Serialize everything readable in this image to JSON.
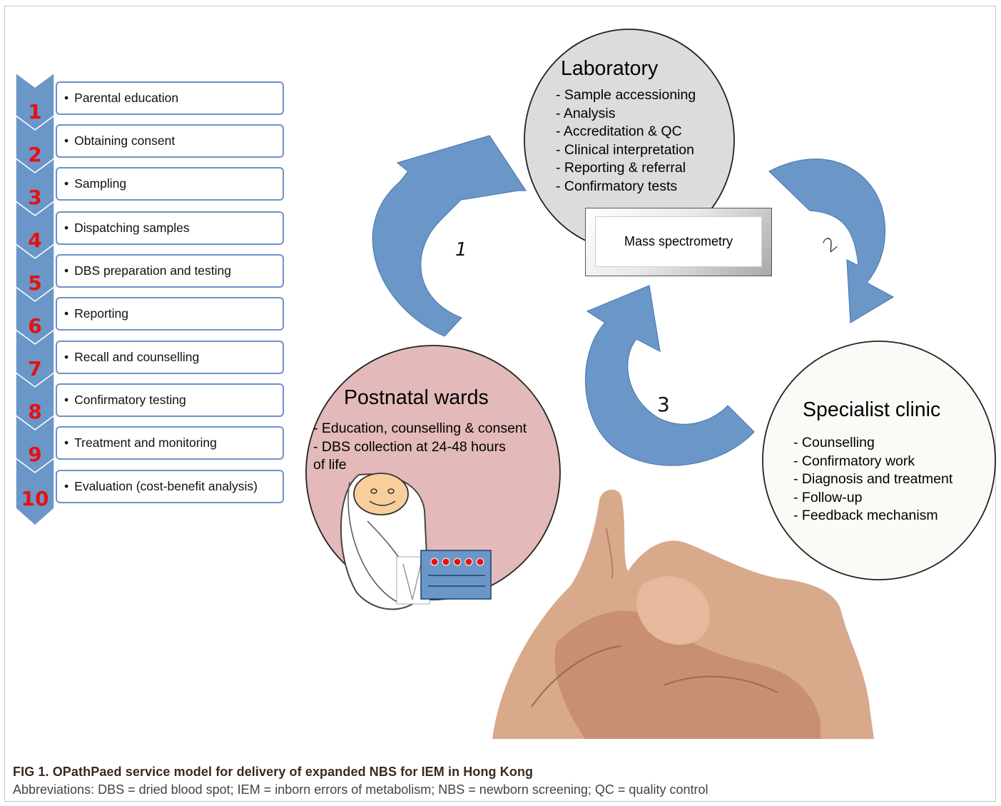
{
  "steps": [
    {
      "num": "1",
      "label": "Parental education"
    },
    {
      "num": "2",
      "label": "Obtaining consent"
    },
    {
      "num": "3",
      "label": "Sampling"
    },
    {
      "num": "4",
      "label": "Dispatching samples"
    },
    {
      "num": "5",
      "label": "DBS preparation and testing"
    },
    {
      "num": "6",
      "label": "Reporting"
    },
    {
      "num": "7",
      "label": "Recall and counselling"
    },
    {
      "num": "8",
      "label": "Confirmatory testing"
    },
    {
      "num": "9",
      "label": "Treatment and monitoring"
    },
    {
      "num": "10",
      "label": "Evaluation (cost-benefit analysis)"
    }
  ],
  "bullet": "•",
  "laboratory": {
    "title": "Laboratory",
    "items": [
      "- Sample accessioning",
      "- Analysis",
      "- Accreditation & QC",
      "- Clinical interpretation",
      "- Reporting & referral",
      "- Confirmatory tests"
    ],
    "fill": "#dcdcdc"
  },
  "mass_spec": {
    "label": "Mass spectrometry"
  },
  "postnatal": {
    "title": "Postnatal wards",
    "items": [
      "- Education, counselling & consent",
      "- DBS collection at 24-48 hours",
      "of life"
    ],
    "fill": "#e3b9b9"
  },
  "specialist": {
    "title": "Specialist clinic",
    "items": [
      "- Counselling",
      "- Confirmatory work",
      "- Diagnosis and treatment",
      "- Follow-up",
      "- Feedback mechanism"
    ],
    "fill": "#fbfaf7"
  },
  "arrows": {
    "a1": "1",
    "a2": "2",
    "a3": "3",
    "color": "#6a97c8"
  },
  "caption": {
    "title": "FIG 1. OPathPaed service model for delivery of expanded NBS for IEM in Hong Kong",
    "abbreviations": "Abbreviations: DBS = dried blood spot; IEM = inborn errors of metabolism; NBS = newborn screening; QC = quality control"
  },
  "colors": {
    "step_num": "#e8100f",
    "chevron": "#6a97c8",
    "box_border": "#6d93c7"
  }
}
